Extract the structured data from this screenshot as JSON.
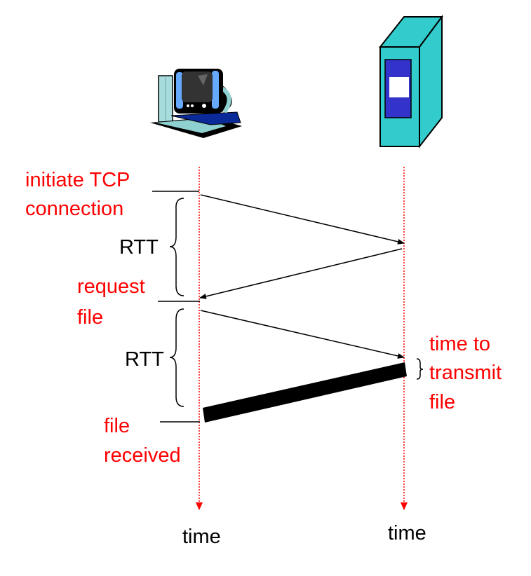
{
  "client": {
    "icon": "desktop-computer-icon",
    "label_initiate": [
      "initiate TCP",
      "connection"
    ],
    "label_request": [
      "request",
      "file"
    ],
    "label_received": [
      "file",
      "received"
    ],
    "time_label": "time"
  },
  "server": {
    "icon": "server-tower-icon",
    "label_transmit": [
      "time to",
      "transmit",
      "file"
    ],
    "time_label": "time"
  },
  "rtt_labels": [
    "RTT",
    "RTT"
  ],
  "colors": {
    "annotation": "#ff0000",
    "timeline": "#ff0000",
    "server_body": "#33cccc",
    "server_panel": "#3333cc"
  }
}
